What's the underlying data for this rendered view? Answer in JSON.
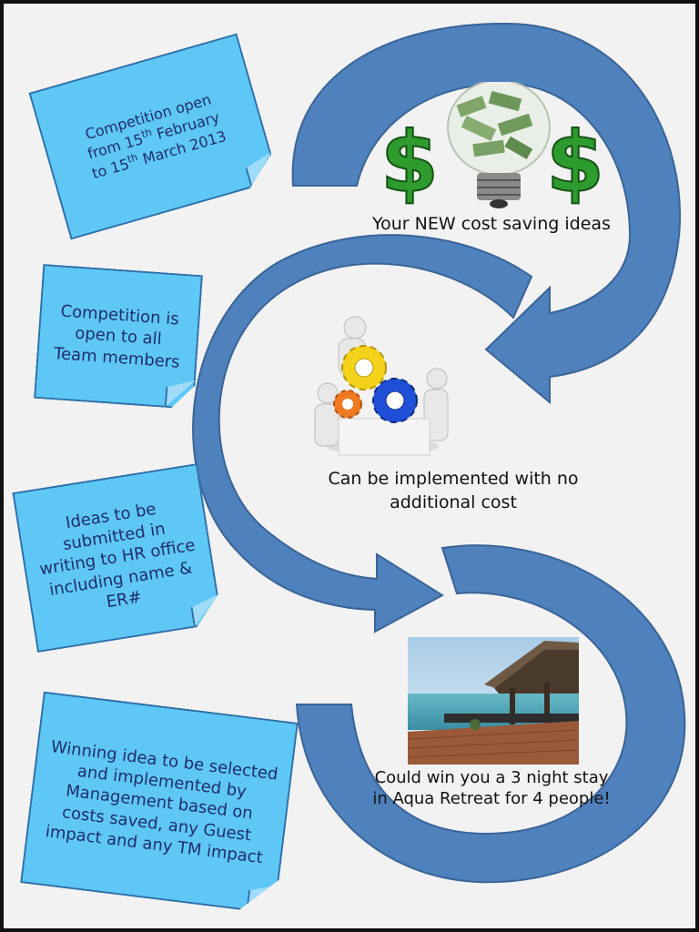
{
  "notes": [
    {
      "text": "Competition open from 15th February to 15th March 2013"
    },
    {
      "text": "Competition  is open to all Team members"
    },
    {
      "text": "Ideas to be submitted in writing to HR office including name & ER#"
    },
    {
      "text": "Winning idea to be selected and implemented by Management based on costs saved, any Guest impact and any TM impact"
    }
  ],
  "note1_parts": {
    "line1": "Competition open",
    "line2a": "from 15",
    "sup1": "th",
    "line2b": " February",
    "line3a": "to 15",
    "sup2": "th",
    "line3b": " March 2013"
  },
  "steps": [
    {
      "caption": "Your NEW cost saving ideas",
      "icon": "money-lightbulb-icon"
    },
    {
      "caption": "Can be implemented with no additional cost",
      "icon": "gears-icon"
    },
    {
      "caption": "Could win you a 3 night stay in Aqua Retreat for 4 people!",
      "icon": "resort-photo"
    }
  ],
  "colors": {
    "arrow": "#4f81bd",
    "arrow_border": "#3a6496",
    "note": "#5ec7f5",
    "note_border": "#2f6fa7",
    "note_text": "#1f2d6b",
    "dollar": "#2e9b2e"
  }
}
